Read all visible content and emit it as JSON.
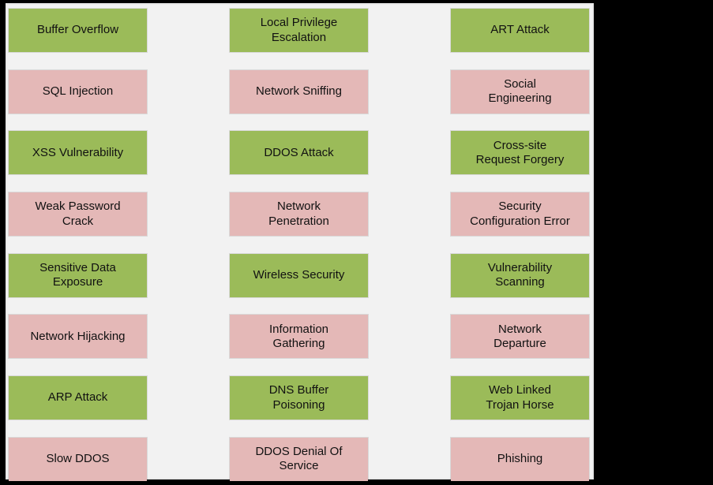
{
  "colors": {
    "green": "#9bbb59",
    "pink": "#e4b8b7",
    "panel_bg": "#f2f2f2",
    "background": "#000000",
    "text": "#111111"
  },
  "diagram": {
    "description": "grid of security attack and vulnerability types",
    "columns": 3,
    "rows": [
      {
        "style": "green",
        "cells": [
          [
            "Buffer Overflow"
          ],
          [
            "Local Privilege",
            "Escalation"
          ],
          [
            "ART Attack"
          ]
        ]
      },
      {
        "style": "pink",
        "cells": [
          [
            "SQL Injection"
          ],
          [
            "Network Sniffing"
          ],
          [
            "Social",
            "Engineering"
          ]
        ]
      },
      {
        "style": "green",
        "cells": [
          [
            "XSS Vulnerability"
          ],
          [
            "DDOS Attack"
          ],
          [
            "Cross-site",
            "Request Forgery"
          ]
        ]
      },
      {
        "style": "pink",
        "cells": [
          [
            "Weak Password",
            "Crack"
          ],
          [
            "Network",
            "Penetration"
          ],
          [
            "Security",
            "Configuration Error"
          ]
        ]
      },
      {
        "style": "green",
        "cells": [
          [
            "Sensitive Data",
            "Exposure"
          ],
          [
            "Wireless Security"
          ],
          [
            "Vulnerability",
            "Scanning"
          ]
        ]
      },
      {
        "style": "pink",
        "cells": [
          [
            "Network Hijacking"
          ],
          [
            "Information",
            "Gathering"
          ],
          [
            "Network",
            "Departure"
          ]
        ]
      },
      {
        "style": "green",
        "cells": [
          [
            "ARP Attack"
          ],
          [
            "DNS Buffer",
            "Poisoning"
          ],
          [
            "Web Linked",
            "Trojan Horse"
          ]
        ]
      },
      {
        "style": "pink",
        "cells": [
          [
            "Slow DDOS"
          ],
          [
            "DDOS Denial Of",
            "Service"
          ],
          [
            "Phishing"
          ]
        ]
      }
    ]
  }
}
